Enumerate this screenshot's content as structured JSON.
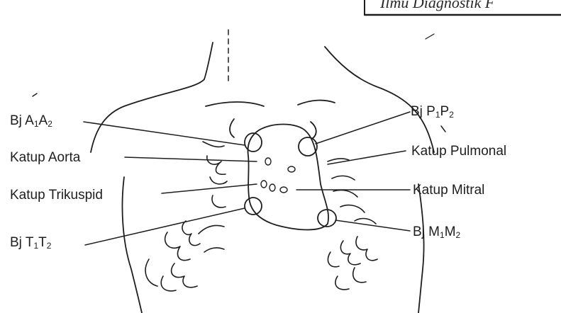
{
  "header": {
    "text": "Ilmu Diagnostik F"
  },
  "labels": {
    "a1a2": {
      "prefix": "Bj A",
      "s1": "1",
      "mid": "A",
      "s2": "2"
    },
    "aorta": "Katup Aorta",
    "trikuspid": "Katup Trikuspid",
    "t1t2": {
      "prefix": "Bj T",
      "s1": "1",
      "mid": "T",
      "s2": "2"
    },
    "p1p2": {
      "prefix": "Bj P",
      "s1": "1",
      "mid": "P",
      "s2": "2"
    },
    "pulmonal": "Katup Pulmonal",
    "mitral": "Katup Mitral",
    "m1m2": {
      "prefix": "Bj M",
      "s1": "1",
      "mid": "M",
      "s2": "2"
    }
  },
  "colors": {
    "ink": "#1e1e1e",
    "background": "#ffffff"
  }
}
